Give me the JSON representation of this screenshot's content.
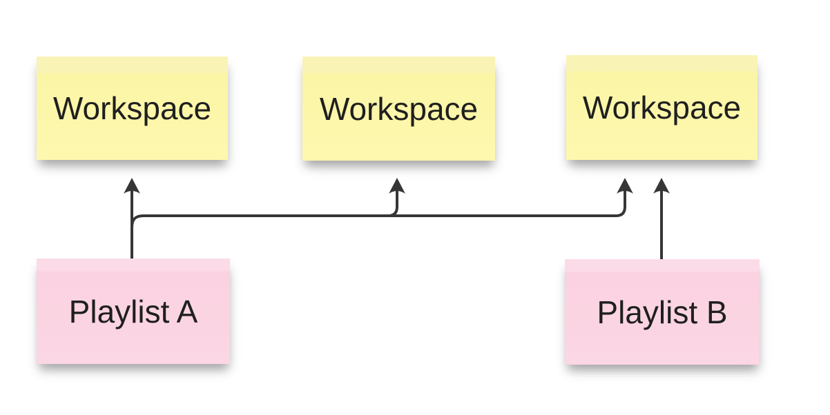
{
  "board": {
    "type": "whiteboard-diagram",
    "background_color": "#ffffff",
    "connector_color": "#363636",
    "text_color": "#1f1f1f",
    "note_yellow_color": "#fbf5a7",
    "note_pink_color": "#fbd3e2"
  },
  "sticky_notes": [
    {
      "id": "workspace-1",
      "label": "Workspace",
      "color": "yellow",
      "position": "top-left"
    },
    {
      "id": "workspace-2",
      "label": "Workspace",
      "color": "yellow",
      "position": "top-center"
    },
    {
      "id": "workspace-3",
      "label": "Workspace",
      "color": "yellow",
      "position": "top-right"
    },
    {
      "id": "playlist-a",
      "label": "Playlist A",
      "color": "pink",
      "position": "bottom-left"
    },
    {
      "id": "playlist-b",
      "label": "Playlist B",
      "color": "pink",
      "position": "bottom-right"
    }
  ],
  "connectors": [
    {
      "id": "playlist-a-to-workspace-1",
      "from": "Playlist A",
      "to": "Workspace (left)",
      "shape": "straight-up-arrow"
    },
    {
      "id": "playlist-a-to-workspace-2",
      "from": "Playlist A",
      "to": "Workspace (center)",
      "shape": "branch-right-then-up-arrow"
    },
    {
      "id": "playlist-a-to-workspace-3",
      "from": "Playlist A",
      "to": "Workspace (right)",
      "shape": "branch-right-then-up-arrow"
    },
    {
      "id": "playlist-b-to-workspace-3",
      "from": "Playlist B",
      "to": "Workspace (right)",
      "shape": "straight-up-arrow"
    }
  ]
}
